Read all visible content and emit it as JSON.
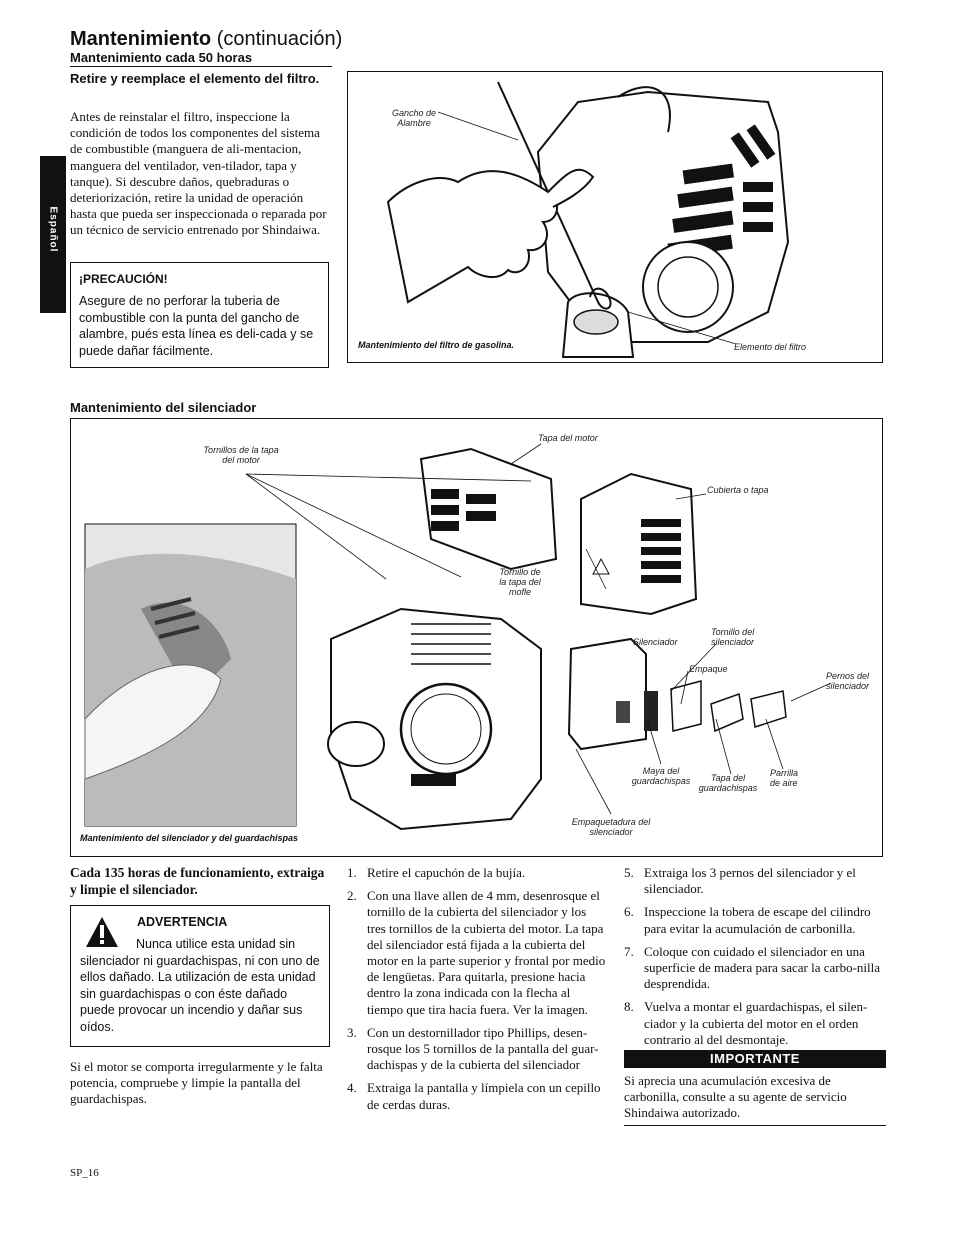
{
  "header": {
    "title": "Mantenimiento",
    "title_suffix": "(continuación)",
    "subtitle": "Mantenimiento cada 50 horas"
  },
  "sidebar": {
    "label": "Español"
  },
  "filter_section": {
    "heading": "Retire y reemplace el  elemento del filtro.",
    "paragraph": "Antes de reinstalar el filtro, inspeccione la condición de todos los componentes del sistema de combustible (manguera de ali-mentacion, manguera del ventilador, ven-tilador, tapa y tanque). Si descubre daños, quebraduras o deteriorización, retire la unidad de operación hasta que pueda ser inspeccionada o reparada por un técnico de servicio entrenado por Shindaiwa.",
    "caution_title": "¡PRECAUCIÓN!",
    "caution_text": "Asegure de no perforar la tuberia de combustible con la punta del gancho de alambre, pués esta línea es deli-cada y se puede dañar fácilmente.",
    "figure": {
      "label_hook": "Gancho de Alambre",
      "caption": "Mantenimiento del filtro de gasolina.",
      "label_element": "Elemento  del filtro"
    }
  },
  "muffler_section": {
    "heading": "Mantenimiento del silenciador",
    "figure": {
      "labels": {
        "cover_screws": "Tornillos de la tapa del motor",
        "engine_cover": "Tapa del motor",
        "cover": "Cubierta o tapa",
        "muffler_cover_screw": "Tornillo de la tapa del mofle",
        "muffler": "Silenciador",
        "muffler_screw": "Tornillo del silenciador",
        "gasket": "Empaque",
        "muffler_bolts": "Pernos del silenciador",
        "spark_mesh": "Maya del guardachispas",
        "spark_cover": "Tapa del guardachispas",
        "air_grille": "Parrilla de aire",
        "muffler_gasket": "Empaquetadura del silenciador"
      },
      "caption": "Mantenimiento del silenciador y del guardachispas"
    }
  },
  "col1": {
    "heading": "Cada 135 horas de funcionamiento, extraiga y limpie el silenciador.",
    "warning_title": "ADVERTENCIA",
    "warning_text": "Nunca utilice esta unidad sin silenciador ni guardachispas, ni con uno de ellos dañado. La utilización de esta unidad sin guardachispas o con éste dañado puede provocar un incendio y dañar sus oídos.",
    "paragraph": "Si el motor se comporta irregularmente y le falta potencia, compruebe y limpie la pantalla del guardachispas."
  },
  "steps": [
    {
      "n": "1.",
      "text": "Retire el capuchón de la bujía."
    },
    {
      "n": "2.",
      "text": "Con una llave allen de 4 mm, desenrosque el tornillo de la cubierta del silenciador y los tres tornillos de la cubierta del motor. La tapa del silenciador está fijada a la cubierta del motor en la parte superior y frontal por medio de lengüetas. Para quitarla, presione hacia dentro la zona indicada con la flecha al tiempo que tira hacia fuera. Ver la imagen."
    },
    {
      "n": "3.",
      "text": "Con un destornillador tipo Phillips, desen-rosque los 5 tornillos de la pantalla del guar-dachispas y de la cubierta del silenciador"
    },
    {
      "n": "4.",
      "text": "Extraiga la pantalla y límpiela con un cepillo de cerdas duras."
    },
    {
      "n": "5.",
      "text": "Extraiga los 3 pernos del silenciador y el silenciador."
    },
    {
      "n": "6.",
      "text": "Inspeccione la tobera de escape del cilindro para evitar la acumulación de carbonilla."
    },
    {
      "n": "7.",
      "text": "Coloque con cuidado el silenciador en una superficie de madera para sacar la carbo-nilla desprendida."
    },
    {
      "n": "8.",
      "text": "Vuelva a montar el guardachispas, el silen-ciador y la cubierta del motor en el orden contrario al del desmontaje."
    }
  ],
  "important": {
    "label": "IMPORTANTE",
    "text": "Si aprecia una acumulación excesiva de carbonilla, consulte a su agente de servicio Shindaiwa autorizado."
  },
  "footer": {
    "page": "SP_16"
  }
}
